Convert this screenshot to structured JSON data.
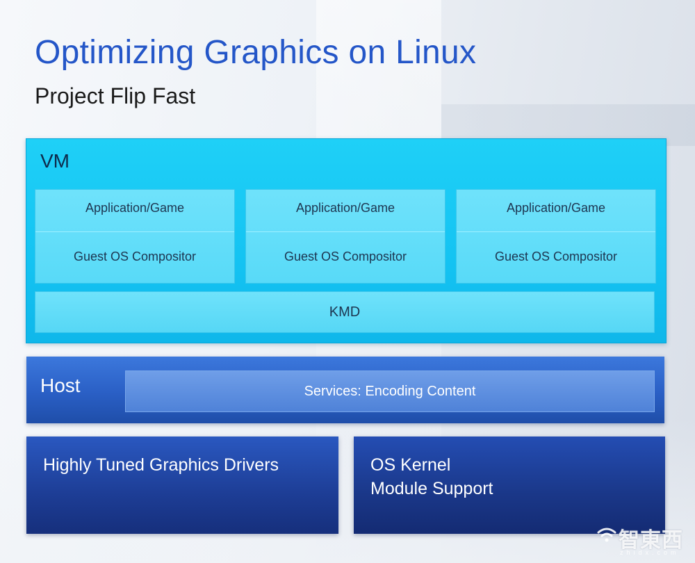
{
  "slide": {
    "title": "Optimizing Graphics on Linux",
    "subtitle": "Project Flip Fast"
  },
  "vm": {
    "label": "VM",
    "guests": [
      {
        "app": "Application/Game",
        "compositor": "Guest OS Compositor"
      },
      {
        "app": "Application/Game",
        "compositor": "Guest OS Compositor"
      },
      {
        "app": "Application/Game",
        "compositor": "Guest OS Compositor"
      }
    ],
    "kmd": "KMD"
  },
  "host": {
    "label": "Host",
    "services": "Services: Encoding Content"
  },
  "bottom": {
    "drivers": "Highly Tuned Graphics Drivers",
    "kernel_line1": "OS Kernel",
    "kernel_line2": "Module Support"
  },
  "watermark": {
    "text": "智東西",
    "sub": "zhidx.com"
  },
  "colors": {
    "title": "#2456c8",
    "vm": "#14c3f2",
    "guest": "#58daf8",
    "host": "#2a5fc5",
    "bottom": "#1d3d95"
  }
}
